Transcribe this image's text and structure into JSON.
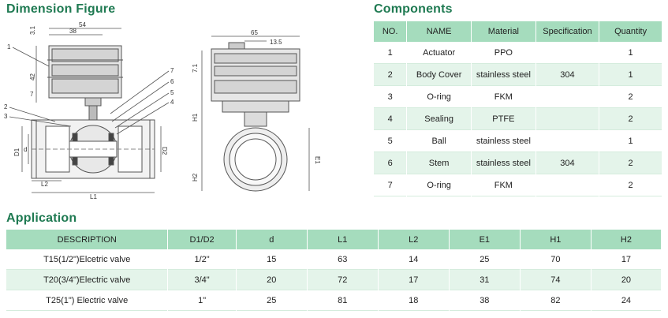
{
  "headings": {
    "dimension": "Dimension Figure",
    "components": "Components",
    "application": "Application"
  },
  "drawing_labels": {
    "dim_54": "54",
    "dim_38": "38",
    "dim_3_1": "3.1",
    "dim_42": "42",
    "dim_7": "7",
    "dim_65": "65",
    "dim_13_5": "13.5",
    "dim_7_1": "7.1",
    "label_H1": "H1",
    "label_H2": "H2",
    "label_D1": "D1",
    "label_d": "d",
    "label_D2": "D2",
    "label_L2": "L2",
    "label_L1": "L1",
    "label_E1": "E1",
    "part_1": "1",
    "part_2": "2",
    "part_3": "3",
    "part_4": "4",
    "part_5": "5",
    "part_6": "6",
    "part_7": "7"
  },
  "components": {
    "headers": [
      "NO.",
      "NAME",
      "Material",
      "Specification",
      "Quantity"
    ],
    "rows": [
      [
        "1",
        "Actuator",
        "PPO",
        "",
        "1"
      ],
      [
        "2",
        "Body Cover",
        "stainless steel",
        "304",
        "1"
      ],
      [
        "3",
        "O-ring",
        "FKM",
        "",
        "2"
      ],
      [
        "4",
        "Sealing",
        "PTFE",
        "",
        "2"
      ],
      [
        "5",
        "Ball",
        "stainless steel",
        "",
        "1"
      ],
      [
        "6",
        "Stem",
        "stainless steel",
        "304",
        "2"
      ],
      [
        "7",
        "O-ring",
        "FKM",
        "",
        "2"
      ]
    ]
  },
  "application": {
    "headers": [
      "DESCRIPTION",
      "D1/D2",
      "d",
      "L1",
      "L2",
      "E1",
      "H1",
      "H2"
    ],
    "rows": [
      [
        "T15(1/2\")Elcetric valve",
        "1/2\"",
        "15",
        "63",
        "14",
        "25",
        "70",
        "17"
      ],
      [
        "T20(3/4\")Electric valve",
        "3/4\"",
        "20",
        "72",
        "17",
        "31",
        "74",
        "20"
      ],
      [
        "T25(1\") Electric valve",
        "1\"",
        "25",
        "81",
        "18",
        "38",
        "82",
        "24"
      ]
    ]
  }
}
